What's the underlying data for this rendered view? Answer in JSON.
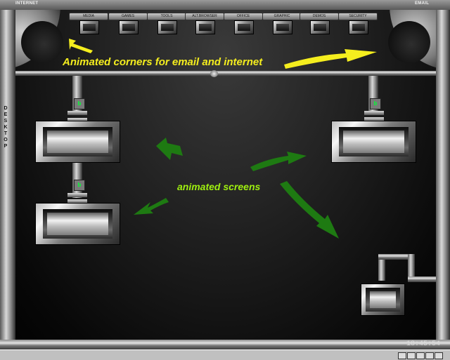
{
  "window": {
    "top_left_label": "INTERNET",
    "top_right_label": "EMAIL",
    "side_label": "DESKTOP"
  },
  "nav": {
    "items": [
      {
        "label": "MEDIA"
      },
      {
        "label": "GAMES"
      },
      {
        "label": "TOOLS"
      },
      {
        "label": "ALT.BROWSER"
      },
      {
        "label": "OFFICE"
      },
      {
        "label": "GRAPHIC"
      },
      {
        "label": "DEMOS"
      },
      {
        "label": "SECURITY"
      }
    ]
  },
  "annotations": {
    "corners_caption": "Animated corners for email and internet",
    "screens_caption": "animated screens",
    "corners_color": "#f5ee1e",
    "screens_color": "#9ff00f",
    "arrow_green": "#1e7a12"
  },
  "status": {
    "clock": "18:45:54"
  },
  "icons": [
    "connector-plug-icon",
    "arrow-icon"
  ]
}
